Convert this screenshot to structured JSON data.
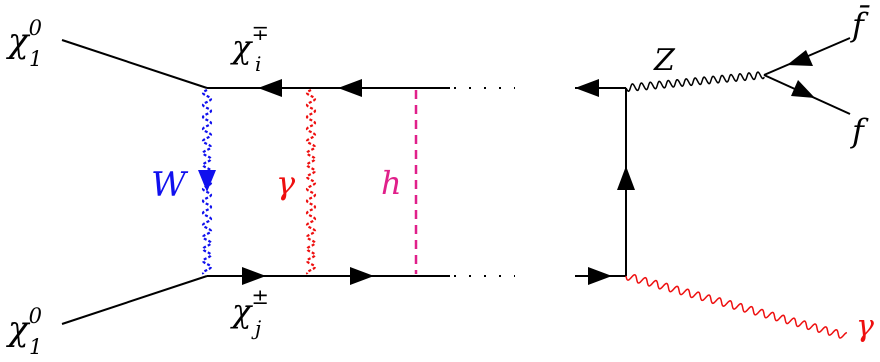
{
  "labels": {
    "chi10_top": {
      "base": "χ",
      "sup": "0",
      "sub": "1"
    },
    "chi10_bottom": {
      "base": "χ",
      "sup": "0",
      "sub": "1"
    },
    "chi_i": {
      "base": "χ",
      "sup": "∓",
      "sub": "i"
    },
    "chi_j": {
      "base": "χ",
      "sup": "±",
      "sub": "j"
    },
    "W": "W",
    "gamma_loop": "γ",
    "h": "h",
    "Z": "Z",
    "fbar": "f̄",
    "f": "f",
    "gamma_out": "γ"
  },
  "colors": {
    "W": "#1010ee",
    "gamma": "#ee1010",
    "higgs": "#e0208a",
    "line": "#000000"
  },
  "propagators": {
    "W": "boson",
    "gamma_loop": "boson",
    "h": "scalar",
    "Z": "boson",
    "gamma_out": "boson"
  }
}
